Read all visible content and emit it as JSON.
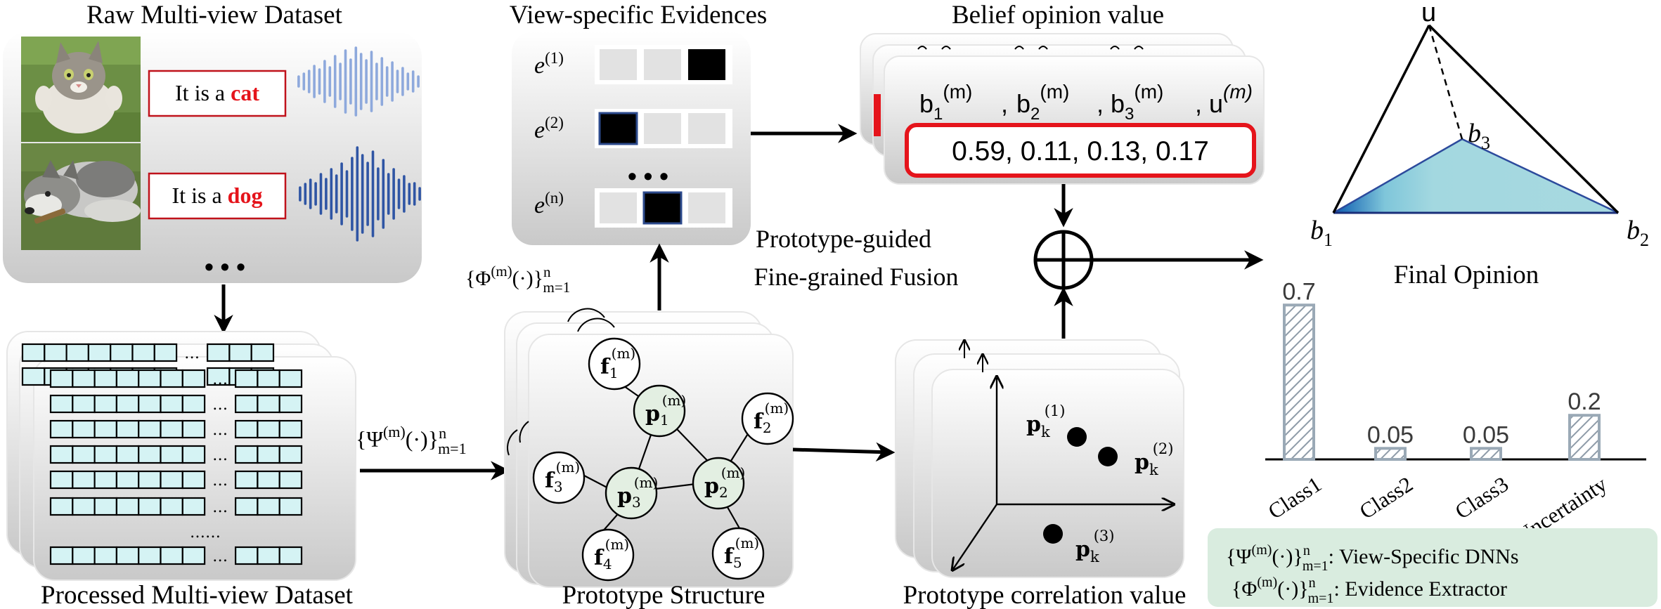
{
  "titles": {
    "raw_dataset": "Raw Multi-view Dataset",
    "processed_dataset": "Processed Multi-view Dataset",
    "evidences": "View-specific Evidences",
    "prototype_structure": "Prototype Structure",
    "belief": "Belief opinion value",
    "correlation": "Prototype correlation value",
    "fusion_line1": "Prototype-guided",
    "fusion_line2": "Fine-grained Fusion",
    "final_opinion": "Final Opinion"
  },
  "raw": {
    "text1_prefix": "It is a ",
    "text1_word": "cat",
    "text2_prefix": "It is a ",
    "text2_word": "dog",
    "ellipsis": "• • •"
  },
  "evidences": {
    "labels": [
      "e",
      "e",
      "e"
    ],
    "supers": [
      "(1)",
      "(2)",
      "(n)"
    ],
    "ellipsis": "• • •",
    "phi_func": "{Φ",
    "phi_sup": "(m)",
    "phi_arg": "(·)}",
    "phi_range_sup": "n",
    "phi_range_sub": "m=1"
  },
  "psi": {
    "func": "{Ψ",
    "sup": "(m)",
    "arg": "(·)}",
    "range_sup": "n",
    "range_sub": "m=1"
  },
  "belief": {
    "labels": [
      "b",
      "b",
      "b",
      "u"
    ],
    "subs": [
      "1",
      "2",
      "3",
      ""
    ],
    "supers": [
      "(m)",
      "(m)",
      "(m)",
      "(m)"
    ],
    "values_text": "0.59,  0.11,  0.13,  0.17"
  },
  "graph": {
    "f_nodes": [
      {
        "base": "f",
        "sub": "1",
        "sup": "(m)"
      },
      {
        "base": "f",
        "sub": "2",
        "sup": "(m)"
      },
      {
        "base": "f",
        "sub": "3",
        "sup": "(m)"
      },
      {
        "base": "f",
        "sub": "4",
        "sup": "(m)"
      },
      {
        "base": "f",
        "sub": "5",
        "sup": "(m)"
      }
    ],
    "p_nodes": [
      {
        "base": "p",
        "sub": "1",
        "sup": "(m)"
      },
      {
        "base": "p",
        "sub": "2",
        "sup": "(m)"
      },
      {
        "base": "p",
        "sub": "3",
        "sup": "(m)"
      }
    ]
  },
  "correlation": {
    "points": [
      {
        "base": "p",
        "sub": "k",
        "sup": "(1)"
      },
      {
        "base": "p",
        "sub": "k",
        "sup": "(2)"
      },
      {
        "base": "p",
        "sub": "k",
        "sup": "(3)"
      }
    ]
  },
  "simplex": {
    "apex": "u",
    "b1": "b",
    "b1_sub": "1",
    "b2": "b",
    "b2_sub": "2",
    "b3": "b",
    "b3_sub": "3"
  },
  "legend": {
    "psi_func": "{Ψ",
    "psi_sup": "(m)",
    "psi_arg": "(·)}",
    "psi_range_sup": "n",
    "psi_range_sub": "m=1",
    "psi_desc": ":  View-Specific DNNs",
    "phi_func": "{Φ",
    "phi_sup": "(m)",
    "phi_arg": "(·)}",
    "phi_range_sup": "n",
    "phi_range_sub": "m=1",
    "phi_desc": ":  Evidence Extractor",
    "bg_color": "#d9ecdf"
  },
  "colors": {
    "highlight_red": "#e5141b",
    "wave_light": "#8ea9dc",
    "wave_dark": "#2f55a4",
    "grid_cell": "#d5f3f4",
    "node_green": "#e3efe2",
    "simplex_fill": "#9fd6de",
    "bar_gray": "#9aa9b6"
  },
  "chart_data": {
    "type": "bar",
    "title": "Final Opinion",
    "categories": [
      "Class1",
      "Class2",
      "Class3",
      "Uncertainty"
    ],
    "values": [
      0.7,
      0.05,
      0.05,
      0.2
    ],
    "value_labels": [
      "0.7",
      "0.05",
      "0.05",
      "0.2"
    ],
    "xlabel": "",
    "ylabel": "",
    "ylim": [
      0,
      0.72
    ],
    "grid": false
  }
}
